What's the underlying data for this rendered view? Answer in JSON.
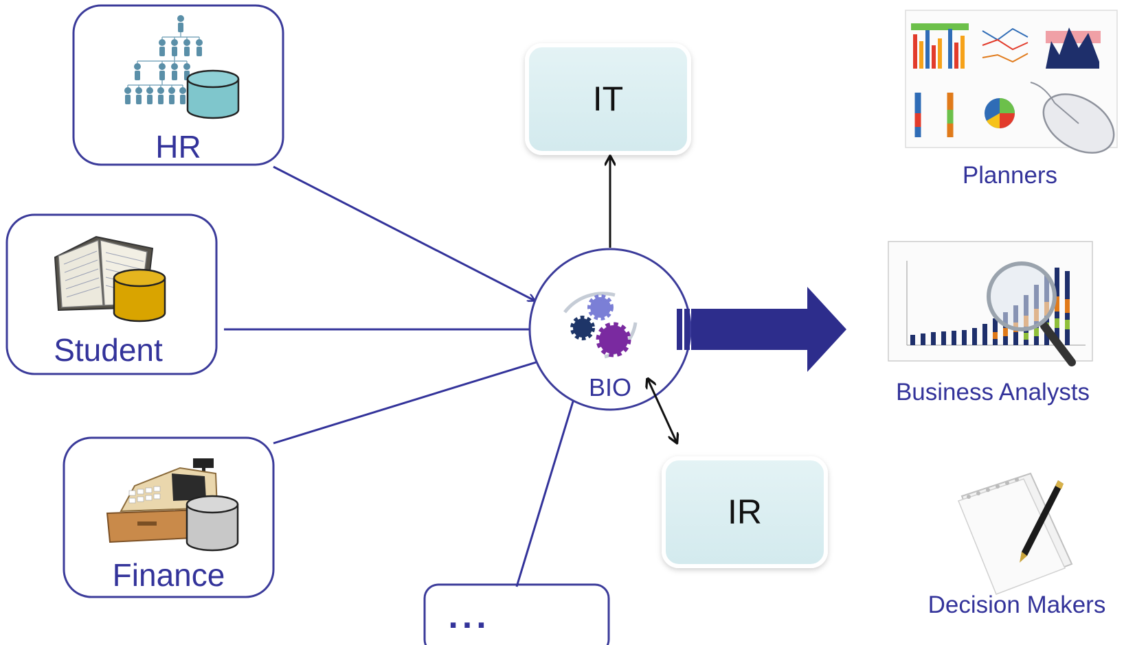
{
  "sources": [
    {
      "id": "hr",
      "label": "HR",
      "icon": "org-chart-database-icon"
    },
    {
      "id": "student",
      "label": "Student",
      "icon": "ledger-database-icon"
    },
    {
      "id": "finance",
      "label": "Finance",
      "icon": "cash-register-database-icon"
    },
    {
      "id": "more",
      "label": "...",
      "icon": ""
    }
  ],
  "hub": {
    "label": "BIO",
    "icon": "gears-icon"
  },
  "partners": [
    {
      "id": "it",
      "label": "IT"
    },
    {
      "id": "ir",
      "label": "IR"
    }
  ],
  "audiences": [
    {
      "id": "planners",
      "label": "Planners",
      "icon": "charts-mouse-icon"
    },
    {
      "id": "business-analysts",
      "label": "Business Analysts",
      "icon": "chart-magnifier-icon"
    },
    {
      "id": "decision-makers",
      "label": "Decision Makers",
      "icon": "notepad-pen-icon"
    }
  ],
  "colors": {
    "source_border": "#3b3b9a",
    "flow_arrow": "#33339a",
    "big_arrow": "#2d2d8c",
    "partner_fill": "#dbeef1",
    "db_teal": "#7fc6cc",
    "db_gold": "#d9a400",
    "db_grey": "#c8c8c8",
    "label_text": "#33339a"
  }
}
